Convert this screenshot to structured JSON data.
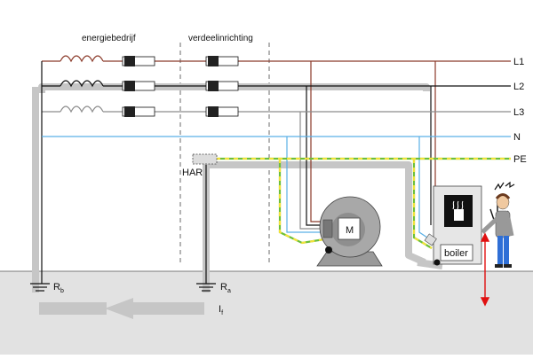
{
  "headers": {
    "energy_company": "energiebedrijf",
    "distribution": "verdeelinrichting"
  },
  "conductors": {
    "l1": "L1",
    "l2": "L2",
    "l3": "L3",
    "n": "N",
    "pe": "PE"
  },
  "components": {
    "har": "HAR",
    "motor": "M",
    "boiler": "boiler"
  },
  "earth": {
    "rb_main": "R",
    "rb_sub": "b",
    "ra_main": "R",
    "ra_sub": "a",
    "if_main": "I",
    "if_sub": "f"
  },
  "colors": {
    "l1": "#8B3A2A",
    "l2": "#111111",
    "l3": "#8C8C8C",
    "neutral": "#5AB0E6",
    "pe_green": "#6DBF3A",
    "pe_yellow": "#F2E23A",
    "fault_path": "#C8C8C8",
    "ground": "#E2E2E2",
    "danger": "#E01010"
  }
}
